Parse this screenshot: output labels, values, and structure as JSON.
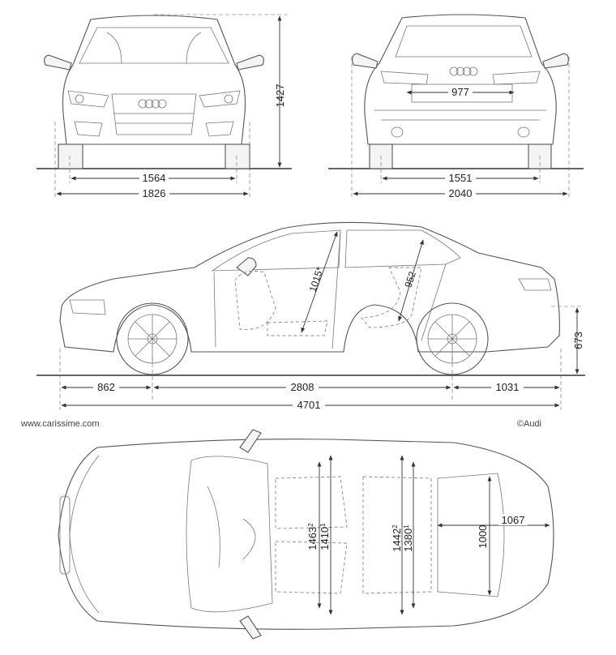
{
  "dimensions": {
    "front_height": "1427",
    "front_track": "1564",
    "overall_width": "1826",
    "rear_plate_width": "977",
    "rear_track": "1551",
    "width_with_mirrors": "2040",
    "front_overhang": "862",
    "wheelbase": "2808",
    "rear_overhang": "1031",
    "overall_length": "4701",
    "load_sill_height": "673",
    "front_headroom": "1015*",
    "rear_headroom": "952",
    "front_shoulder_width": "1463",
    "front_shoulder_sup": "2",
    "front_elbow_width": "1410",
    "front_elbow_sup": "1",
    "rear_shoulder_width": "1442",
    "rear_shoulder_sup": "2",
    "rear_elbow_width": "1380",
    "rear_elbow_sup": "1",
    "trunk_length": "1067",
    "trunk_width": "1000"
  },
  "credits": {
    "website": "www.carissime.com",
    "copyright": "©Audi"
  },
  "colors": {
    "line": "#555555",
    "dimension": "#222222",
    "background": "#ffffff"
  }
}
